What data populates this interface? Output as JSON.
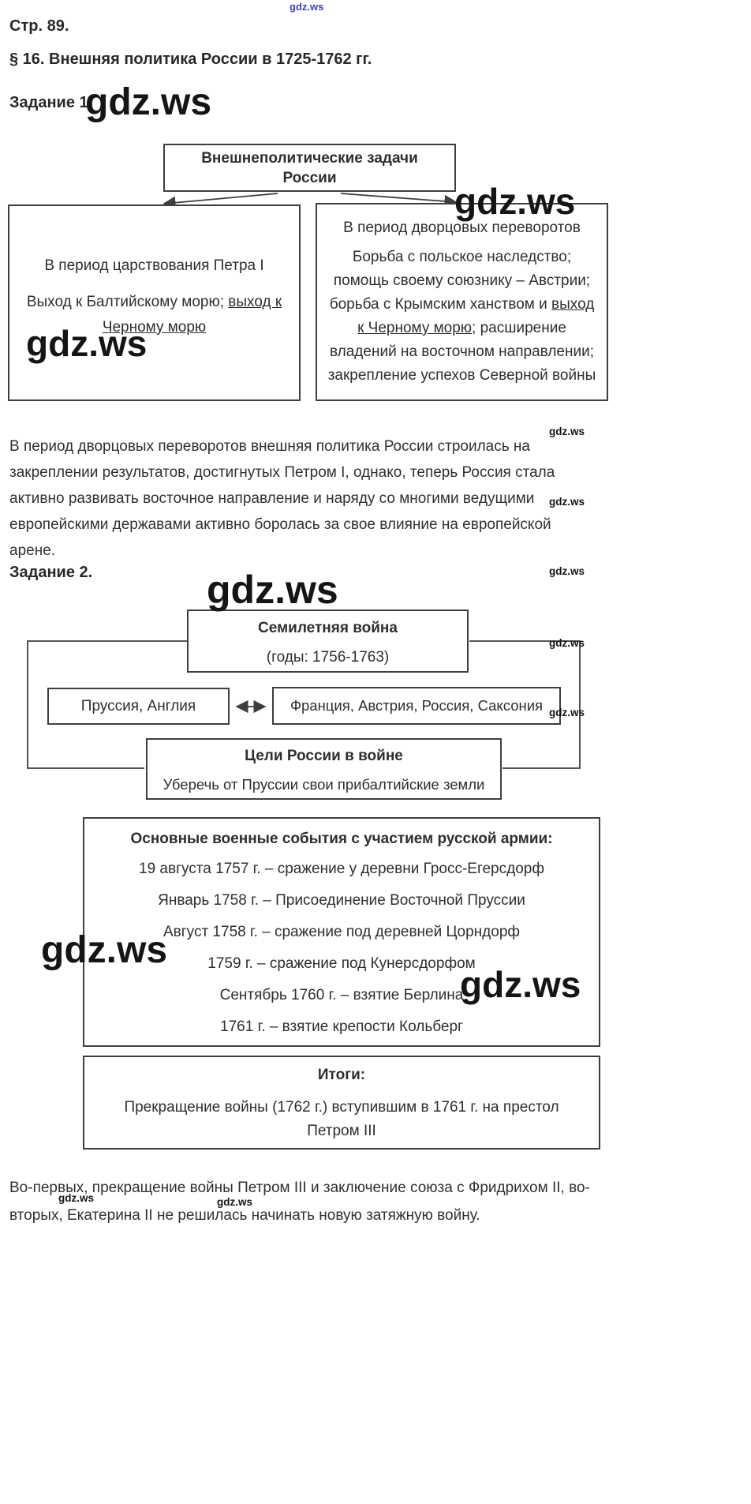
{
  "watermark": {
    "text": "gdz.ws",
    "large_color": "#151515",
    "top_color": "#3c43bf"
  },
  "header": {
    "page_label": "Стр. 89.",
    "section_title": "§ 16. Внешняя политика России в 1725-1762 гг.",
    "task1_label": "Задание 1.",
    "task2_label": "Задание 2."
  },
  "diagram1": {
    "root_title": "Внешнеполитические задачи России",
    "left_box": {
      "title": "В период царствования Петра I",
      "body_plain": "Выход к Балтийскому морю; ",
      "body_underlined": "выход к Черному морю"
    },
    "right_box": {
      "title": "В период дворцовых переворотов",
      "body_plain_start": "Борьба с польское наследство; помощь своему союзнику – Австрии; борьба с Крымским ханством и ",
      "body_underlined": "выход к Черному морю",
      "body_plain_end": "; расширение владений на восточном направлении; закрепление успехов Северной войны"
    }
  },
  "paragraph1": "В период дворцовых переворотов внешняя политика России строилась на закреплении результатов, достигнутых Петром I, однако, теперь Россия стала активно развивать восточное направление и наряду со многими ведущими европейскими державами активно боролась за свое влияние на европейской арене.",
  "diagram2": {
    "war_box": {
      "title": "Семилетняя война",
      "years": "(годы: 1756-1763)"
    },
    "alliance_left": "Пруссия, Англия",
    "alliance_right": "Франция, Австрия, Россия, Саксония",
    "goals_box": {
      "title": "Цели России в войне",
      "body": "Уберечь от Пруссии свои прибалтийские земли"
    },
    "events_box": {
      "title": "Основные военные события с участием русской армии:",
      "events": [
        "19 августа 1757 г. – сражение у деревни Гросс-Егерсдорф",
        "Январь 1758 г. – Присоединение Восточной Пруссии",
        "Август 1758 г. – сражение под деревней Цорндорф",
        "1759 г. – сражение под Кунерсдорфом",
        "Сентябрь 1760 г. – взятие Берлина",
        "1761 г. – взятие крепости Кольберг"
      ]
    },
    "results_box": {
      "title": "Итоги:",
      "body": "Прекращение войны (1762 г.) вступившим в 1761 г. на престол Петром III"
    }
  },
  "paragraph2": "Во-первых, прекращение войны Петром III и заключение союза с Фридрихом II, во-вторых, Екатерина II не решилась начинать новую затяжную войну."
}
